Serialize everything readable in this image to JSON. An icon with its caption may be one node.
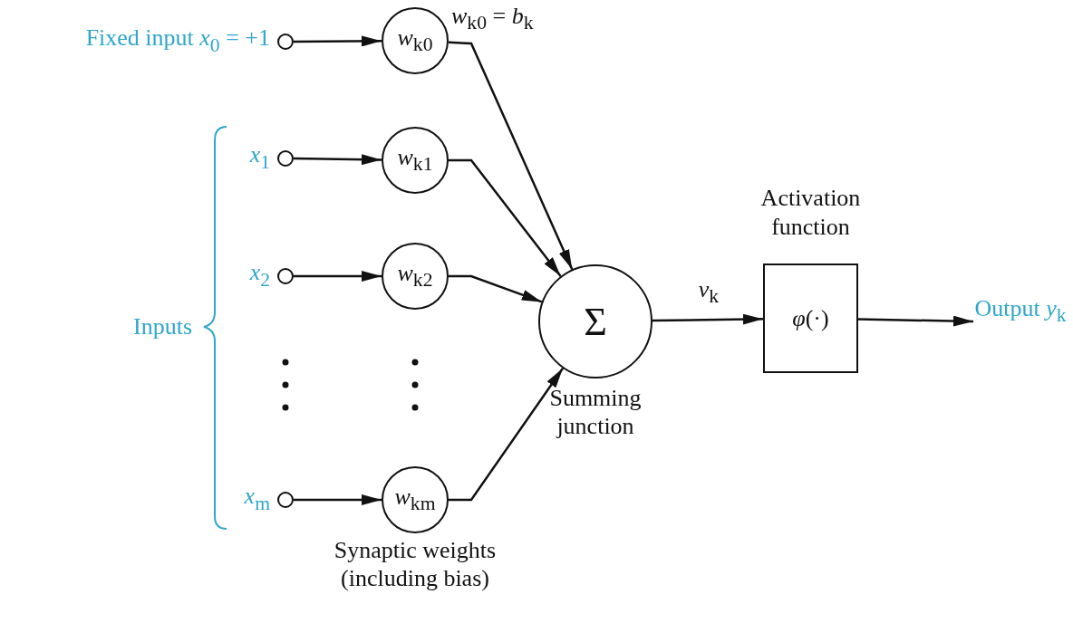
{
  "diagram": {
    "nodes": [
      {
        "text": [],
        "shape": "circle",
        "beside": [
          "Fixed input *x*$_{0}$ = +1"
        ]
      },
      {
        "text": [
          "*w*$_{k0}$"
        ],
        "beside": [
          "*w*$_{k0}$ = *b*$_{k}$"
        ]
      },
      {
        "text": [],
        "shape": "circle",
        "beside": [
          "*x*$_{1}$"
        ]
      },
      {
        "text": [
          "*w*$_{k1}$"
        ]
      },
      {
        "text": [],
        "shape": "circle",
        "beside": [
          "*x*$_{2}$"
        ]
      },
      {
        "text": [
          "*w*$_{k2}$"
        ]
      },
      {
        "text": [],
        "shape": "circle",
        "beside": [
          "*x*$_{m}$"
        ]
      },
      {
        "text": [
          "*w*$_{km}$"
        ],
        "beside": [
          "Synaptic weights (including bias)"
        ]
      },
      {
        "text": [
          "Σ"
        ],
        "beside": [
          "Summing junction"
        ]
      },
      {
        "text": [
          "Activation function",
          "*φ*(·)"
        ]
      },
      {
        "text": [
          "Output *y*$_{k}$"
        ]
      }
    ],
    "edges": [
      {
        "from": 0,
        "to": 1,
        "arrow": "to"
      },
      {
        "from": 2,
        "to": 3,
        "arrow": "to"
      },
      {
        "from": 4,
        "to": 5,
        "arrow": "to"
      },
      {
        "from": 6,
        "to": 7,
        "arrow": "to"
      },
      {
        "from": 1,
        "to": 8,
        "arrow": "to"
      },
      {
        "from": 3,
        "to": 8,
        "arrow": "to"
      },
      {
        "from": 5,
        "to": 8,
        "arrow": "to"
      },
      {
        "from": 7,
        "to": 8,
        "arrow": "to"
      },
      {
        "from": 8,
        "to": 9,
        "arrow": "to",
        "label": "*v*$_{k}$"
      },
      {
        "from": 9,
        "to": 10,
        "arrow": "to"
      }
    ],
    "labels": [
      "Inputs"
    ]
  }
}
